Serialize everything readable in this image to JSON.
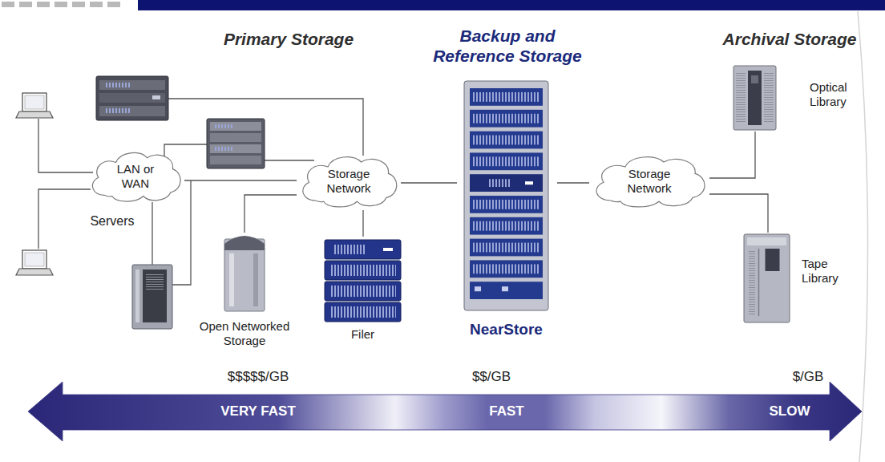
{
  "diagram": {
    "nodes": [
      {
        "text": [
          "LAN or WAN"
        ]
      },
      {
        "text": [
          "Storage Network"
        ]
      },
      {
        "text": [
          "Open Networked Storage"
        ]
      },
      {
        "text": [
          "Filer"
        ]
      },
      {
        "text": [
          "NearStore"
        ]
      },
      {
        "text": [
          "Storage Network"
        ]
      },
      {
        "text": [
          "Optical Library"
        ]
      },
      {
        "text": [
          "Tape Library"
        ]
      }
    ],
    "edges": [
      {
        "from": 0,
        "to": 1,
        "arrow": "none"
      },
      {
        "from": 2,
        "to": 1,
        "arrow": "none"
      },
      {
        "from": 3,
        "to": 1,
        "arrow": "none"
      },
      {
        "from": 1,
        "to": 4,
        "arrow": "none"
      },
      {
        "from": 4,
        "to": 5,
        "arrow": "none"
      },
      {
        "from": 5,
        "to": 6,
        "arrow": "none"
      },
      {
        "from": 5,
        "to": 7,
        "arrow": "none"
      }
    ],
    "labels": [
      "Primary Storage",
      "Backup and Reference Storage",
      "Archival Storage",
      "Servers",
      "$$$$$/GB",
      "$$/GB",
      "$/GB",
      "VERY FAST",
      "FAST",
      "SLOW"
    ]
  }
}
